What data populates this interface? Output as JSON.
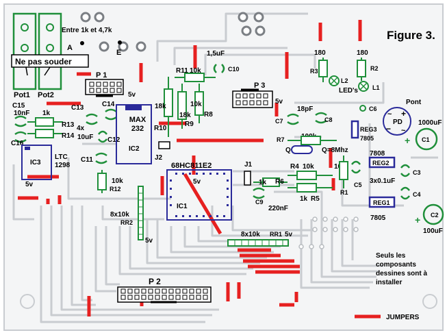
{
  "figure": {
    "title": "Figure 3."
  },
  "notes": {
    "resistor_hint": "Entre 1k et 4,7k",
    "do_not_solder": "Ne pas souder",
    "footnote": [
      "Seuls les",
      "composants",
      "dessines sont à",
      "installer"
    ],
    "legend": "JUMPERS"
  },
  "labels": {
    "a": "A",
    "e": "E",
    "pot1": "Pot1",
    "pot2": "Pot2",
    "c15": "C15",
    "nf10": "10nF",
    "k1_left": "1k",
    "r13": "R13",
    "r14": "R14",
    "c16": "C16",
    "c13": "C13",
    "c14": "C14",
    "x4": "4x",
    "uf10": "10uF",
    "c12": "C12",
    "c11": "C11",
    "ltc": "LTC",
    "ltc_num": "1298",
    "ic3": "IC3",
    "v5_ic3": "5v",
    "p1": "P 1",
    "v5_p1": "5v",
    "max": "MAX",
    "max_num": "232",
    "ic2": "IC2",
    "r11": "R11",
    "k10_r11": "10k",
    "uf15": "1,5uF",
    "c10": "C10",
    "k18_a": "18k",
    "r10": "R10",
    "k18_b": "18k",
    "r9": "R9",
    "k10_r8": "10k",
    "r8": "R8",
    "j2": "J2",
    "p3": "P 3",
    "v5_p3": "5v",
    "r180_a": "180",
    "r3": "R3",
    "l2": "L2",
    "r180_b": "180",
    "r2": "R2",
    "leds": "LED's",
    "l1": "L1",
    "pont": "Pont",
    "c6": "C6",
    "pd": "PD",
    "plus": "+",
    "minus": "−",
    "tilde": "~",
    "uf1000": "1000uF",
    "c1": "C1",
    "pf18": "18pF",
    "c7": "C7",
    "c8": "C8",
    "k100": "100k",
    "r7": "R7",
    "q": "Q",
    "q_freq": "Q=8Mhz",
    "reg3": "REG3",
    "reg3_val": "7805",
    "reg2_val": "7808",
    "reg2": "REG2",
    "k10_r1": "10k",
    "r1": "R1",
    "c5": "C5",
    "c3": "C3",
    "uf01": "3x0.1uF",
    "c4": "C4",
    "reg1": "REG1",
    "reg1_val": "7805",
    "c2": "C2",
    "uf100": "100uF",
    "ic1_part": "68HC811E2",
    "j1": "J1",
    "v5_ic1": "5v",
    "ic1": "IC1",
    "r4": "R4",
    "k10_r4": "10k",
    "k1_r6": "1k",
    "r6": "R6",
    "k1_r5": "1k",
    "r5": "R5",
    "c9": "C9",
    "nf220": "220nF",
    "k10_r12": "10k",
    "r12": "R12",
    "rr2_val": "8x10k",
    "rr2": "RR2",
    "v5_rr2": "5v",
    "rr1_val": "8x10k",
    "rr1": "RR1",
    "v5_rr1": "5v",
    "p2": "P 2"
  },
  "colors": {
    "board": "#f4f5f6",
    "trace": "#c9ccd0",
    "jumper": "#e62020",
    "component": "#1f8f3a",
    "ic": "#2a2a9a",
    "text": "#000000"
  }
}
